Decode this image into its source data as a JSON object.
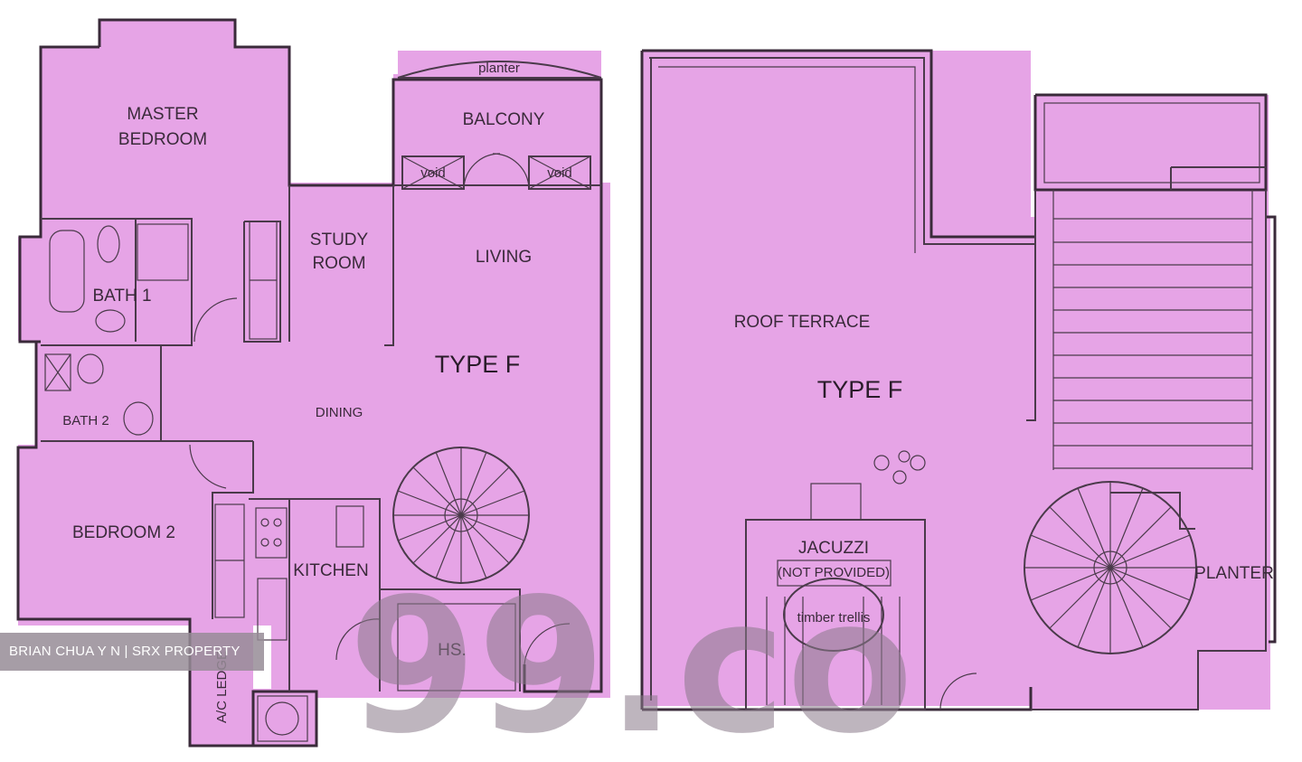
{
  "colors": {
    "floor": "#e6a4e6",
    "wall": "#4a3a4a",
    "background": "#ffffff",
    "tag_bg": "#968c96"
  },
  "watermark": "99.co",
  "agent_tag": "BRIAN CHUA Y N | SRX PROPERTY",
  "lower_floor": {
    "type_label": "TYPE F",
    "rooms": {
      "master_bedroom_1": "MASTER",
      "master_bedroom_2": "BEDROOM",
      "bath1": "BATH 1",
      "bath2": "BATH 2",
      "study_1": "STUDY",
      "study_2": "ROOM",
      "living": "LIVING",
      "balcony": "BALCONY",
      "planter": "planter",
      "void_left": "void",
      "void_right": "void",
      "dining": "DINING",
      "bedroom2": "BEDROOM 2",
      "kitchen": "KITCHEN",
      "hs": "HS.",
      "ac_ledge": "A/C LEDGE"
    }
  },
  "upper_floor": {
    "type_label": "TYPE F",
    "rooms": {
      "roof_terrace": "ROOF TERRACE",
      "jacuzzi": "JACUZZI",
      "not_provided": "(NOT PROVIDED)",
      "timber_trellis": "timber trellis",
      "planter": "PLANTER"
    }
  }
}
